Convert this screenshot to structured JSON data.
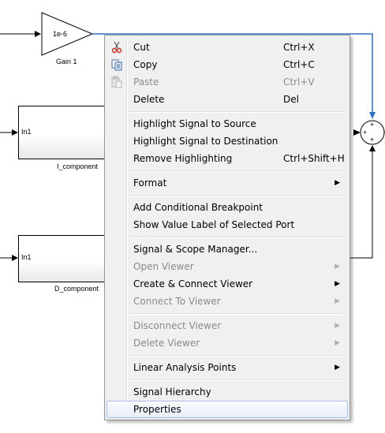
{
  "blocks": {
    "gain": {
      "value": "1e-6",
      "name": "Gain 1"
    },
    "i_component": {
      "port": "In1",
      "name": "I_component"
    },
    "d_component": {
      "port": "In1",
      "name": "D_component"
    },
    "sum": {
      "signs": [
        "+",
        "+",
        "+"
      ]
    }
  },
  "menu": {
    "items": [
      {
        "label": "Cut",
        "shortcut": "Ctrl+X",
        "icon": "scissors-icon",
        "enabled": true
      },
      {
        "label": "Copy",
        "shortcut": "Ctrl+C",
        "icon": "copy-icon",
        "enabled": true
      },
      {
        "label": "Paste",
        "shortcut": "Ctrl+V",
        "icon": "paste-icon",
        "enabled": false
      },
      {
        "label": "Delete",
        "shortcut": "Del",
        "enabled": true
      },
      {
        "label": "Highlight Signal to Source",
        "enabled": true
      },
      {
        "label": "Highlight Signal to Destination",
        "enabled": true
      },
      {
        "label": "Remove Highlighting",
        "shortcut": "Ctrl+Shift+H",
        "enabled": true
      },
      {
        "label": "Format",
        "submenu": true,
        "enabled": true
      },
      {
        "label": "Add Conditional Breakpoint",
        "enabled": true
      },
      {
        "label": "Show Value Label of Selected Port",
        "enabled": true
      },
      {
        "label": "Signal & Scope Manager...",
        "enabled": true
      },
      {
        "label": "Open Viewer",
        "submenu": true,
        "enabled": false
      },
      {
        "label": "Create & Connect Viewer",
        "submenu": true,
        "enabled": true
      },
      {
        "label": "Connect To Viewer",
        "submenu": true,
        "enabled": false
      },
      {
        "label": "Disconnect Viewer",
        "submenu": true,
        "enabled": false
      },
      {
        "label": "Delete Viewer",
        "submenu": true,
        "enabled": false
      },
      {
        "label": "Linear Analysis Points",
        "submenu": true,
        "enabled": true
      },
      {
        "label": "Signal Hierarchy",
        "enabled": true
      },
      {
        "label": "Properties",
        "enabled": true,
        "highlighted": true
      }
    ]
  },
  "colors": {
    "selected_signal": "#2f6fbf",
    "menu_bg": "#f0f0f0",
    "disabled_text": "#8a8a8a"
  }
}
